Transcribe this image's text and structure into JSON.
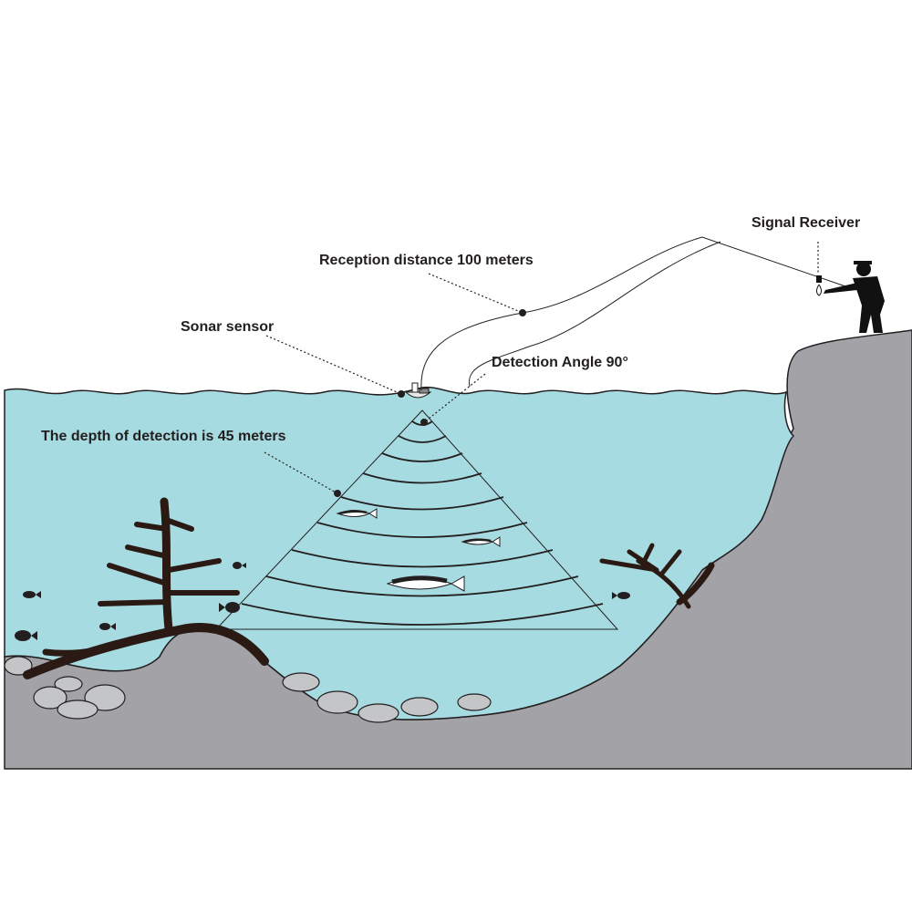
{
  "labels": {
    "signal_receiver": "Signal Receiver",
    "reception_distance": "Reception distance 100 meters",
    "sonar_sensor": "Sonar sensor",
    "detection_angle": "Detection Angle 90°",
    "detection_depth": "The depth of detection is 45 meters"
  },
  "colors": {
    "water": "#a6dbe1",
    "rock": "#a3a3a7",
    "stone": "#c4c5c7",
    "ink": "#231f20",
    "tree": "#2b1a14"
  }
}
